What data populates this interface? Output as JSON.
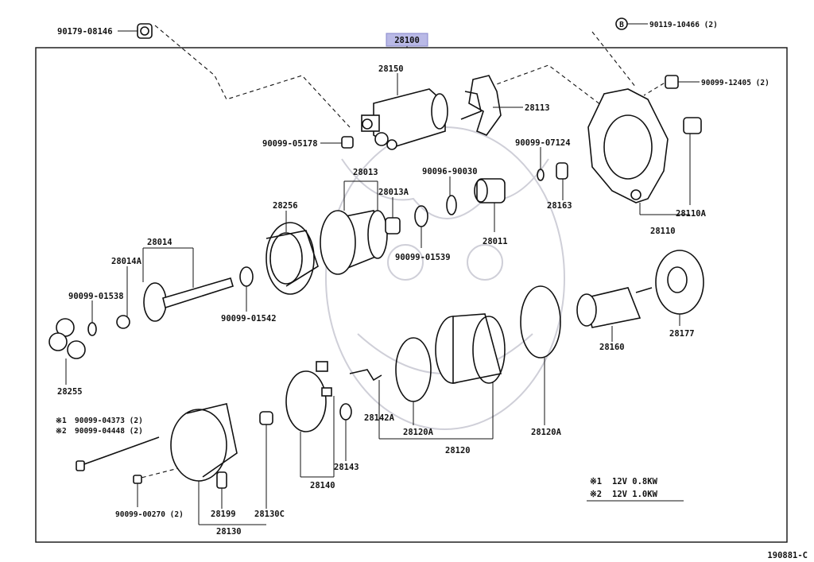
{
  "assembly": {
    "label": "28100"
  },
  "parts": {
    "p90179": "90179-08146",
    "p28150": "28150",
    "p28113": "28113",
    "p90119": "90119-10466 (2)",
    "p90119_ref": "B",
    "p90099_12405": "90099-12405 (2)",
    "p90099_05178": "90099-05178",
    "p90099_07124": "90099-07124",
    "p28013": "28013",
    "p28013A": "28013A",
    "p90096": "90096-90030",
    "p28256": "28256",
    "p28163": "28163",
    "p28110A": "28110A",
    "p28110": "28110",
    "p28011": "28011",
    "p90099_01539": "90099-01539",
    "p28014": "28014",
    "p28014A": "28014A",
    "p90099_01538": "90099-01538",
    "p90099_01542": "90099-01542",
    "p28255": "28255",
    "p28177": "28177",
    "p28160": "28160",
    "p28142A": "28142A",
    "p28120A_l": "28120A",
    "p28120A_r": "28120A",
    "p28120": "28120",
    "p28143": "28143",
    "p28140": "28140",
    "p90099_00270": "90099-00270 (2)",
    "p28199": "28199",
    "p28130C": "28130C",
    "p28130": "28130"
  },
  "bolt_variants": [
    {
      "mark": "※1",
      "part": "90099-04373 (2)"
    },
    {
      "mark": "※2",
      "part": "90099-04448 (2)"
    }
  ],
  "legend": [
    {
      "mark": "※1",
      "spec": "12V  0.8KW"
    },
    {
      "mark": "※2",
      "spec": "12V  1.0KW"
    }
  ],
  "figure_code": "190881-C"
}
